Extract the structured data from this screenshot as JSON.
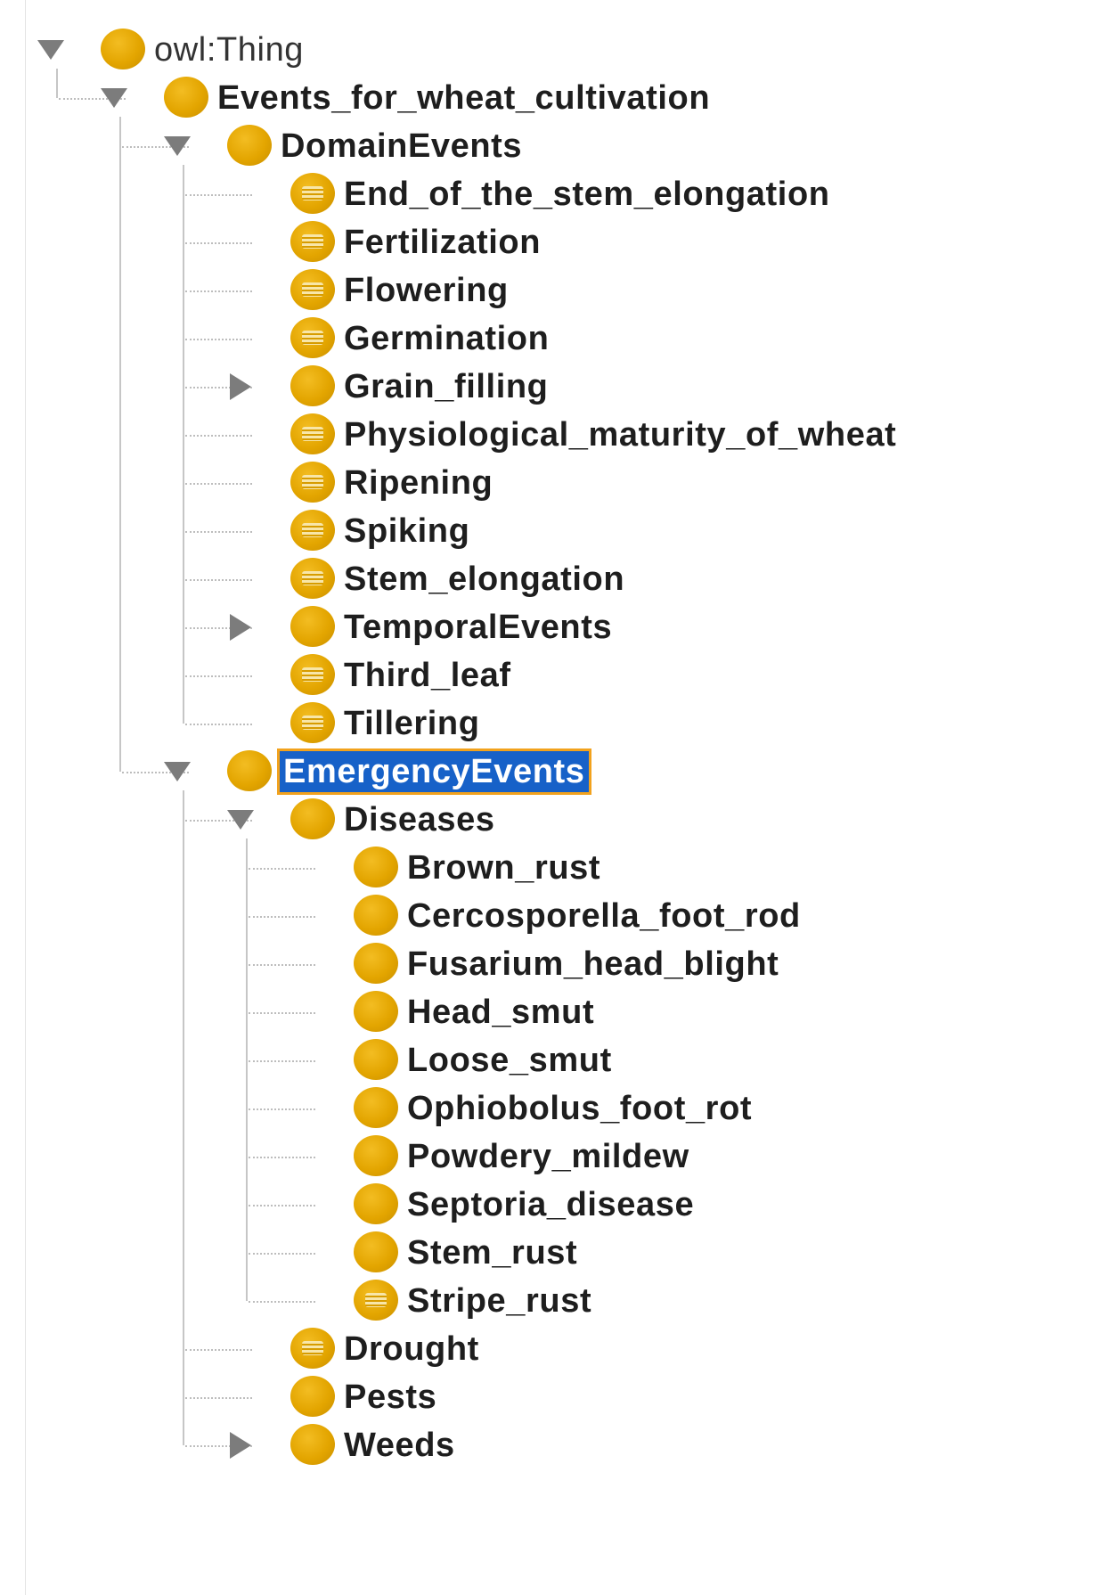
{
  "tree": {
    "root": {
      "label": "owl:Thing",
      "expanded": true,
      "children": [
        {
          "label": "Events_for_wheat_cultivation",
          "expanded": true,
          "children": [
            {
              "label": "DomainEvents",
              "expanded": true,
              "children": [
                {
                  "label": "End_of_the_stem_elongation",
                  "individuals": true
                },
                {
                  "label": "Fertilization",
                  "individuals": true
                },
                {
                  "label": "Flowering",
                  "individuals": true
                },
                {
                  "label": "Germination",
                  "individuals": true
                },
                {
                  "label": "Grain_filling",
                  "expanded": false,
                  "has_children": true
                },
                {
                  "label": "Physiological_maturity_of_wheat",
                  "individuals": true
                },
                {
                  "label": "Ripening",
                  "individuals": true
                },
                {
                  "label": "Spiking",
                  "individuals": true
                },
                {
                  "label": "Stem_elongation",
                  "individuals": true
                },
                {
                  "label": "TemporalEvents",
                  "expanded": false,
                  "has_children": true
                },
                {
                  "label": "Third_leaf",
                  "individuals": true
                },
                {
                  "label": "Tillering",
                  "individuals": true
                }
              ]
            },
            {
              "label": "EmergencyEvents",
              "expanded": true,
              "selected": true,
              "children": [
                {
                  "label": "Diseases",
                  "expanded": true,
                  "children": [
                    {
                      "label": "Brown_rust"
                    },
                    {
                      "label": "Cercosporella_foot_rod"
                    },
                    {
                      "label": "Fusarium_head_blight"
                    },
                    {
                      "label": "Head_smut"
                    },
                    {
                      "label": "Loose_smut"
                    },
                    {
                      "label": "Ophiobolus_foot_rot"
                    },
                    {
                      "label": "Powdery_mildew"
                    },
                    {
                      "label": "Septoria_disease"
                    },
                    {
                      "label": "Stem_rust"
                    },
                    {
                      "label": "Stripe_rust",
                      "individuals": true
                    }
                  ]
                },
                {
                  "label": "Drought",
                  "individuals": true
                },
                {
                  "label": "Pests"
                },
                {
                  "label": "Weeds",
                  "expanded": false,
                  "has_children": true
                }
              ]
            }
          ]
        }
      ]
    }
  },
  "colors": {
    "class_icon": "#e3a500",
    "selection_bg": "#1761c8",
    "selection_border": "#f2a21d",
    "toggle": "#7c7c7c",
    "guide_line": "#c6c6c6"
  },
  "icons": {
    "class": "owl-class-icon",
    "class_with_individuals": "owl-class-with-individuals-icon",
    "expanded": "triangle-down-icon",
    "collapsed": "triangle-right-icon"
  }
}
